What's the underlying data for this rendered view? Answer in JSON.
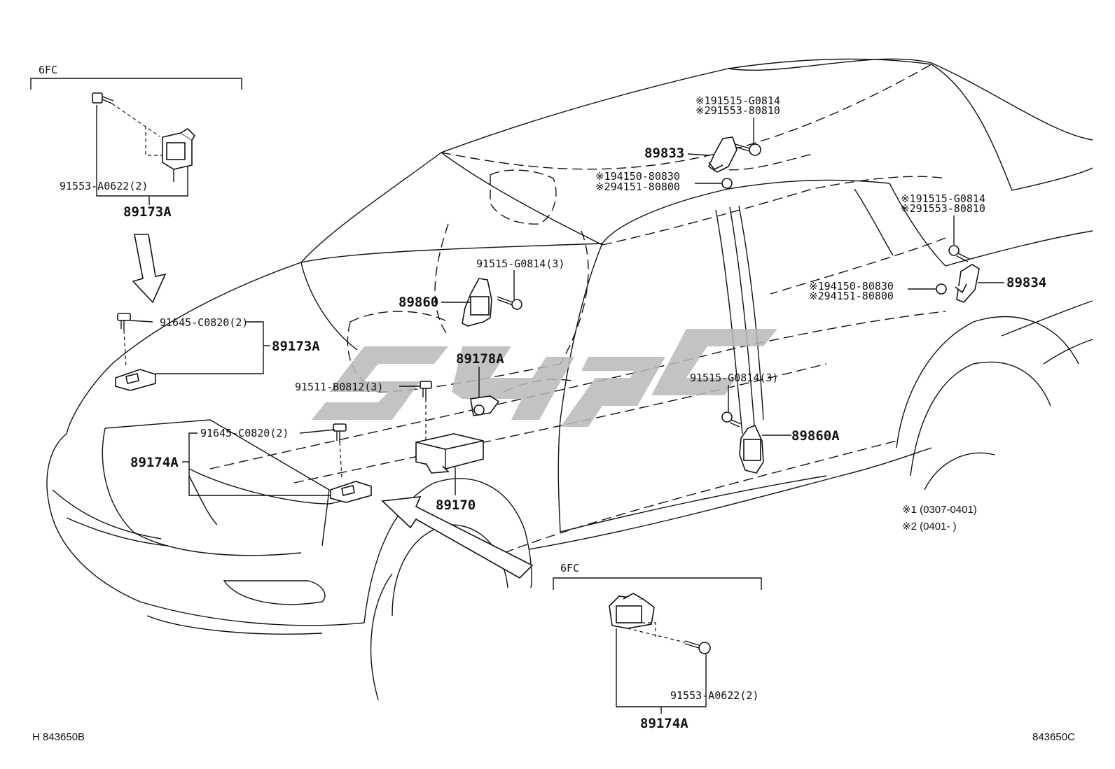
{
  "labels": {
    "group_6fc_top": "6FC",
    "group_6fc_bottom": "6FC",
    "bolt_91553_top": "91553-A0622(2)",
    "part_89173A_top": "89173A",
    "bolt_91645_upper": "91645-C0820(2)",
    "part_89173A_mid": "89173A",
    "bolt_91645_lower": "91645-C0820(2)",
    "part_89174A_left": "89174A",
    "part_89860": "89860",
    "bolt_91515_seat": "91515-G0814(3)",
    "part_89178A": "89178A",
    "bolt_91511": "91511-B0812(3)",
    "part_89170": "89170",
    "roof_bolt_1": "※191515-G0814",
    "roof_bolt_2": "※291553-80810",
    "part_89833": "89833",
    "roof_nut_1": "※194150-80830",
    "roof_nut_2": "※294151-80800",
    "rear_bolt_1": "※191515-G0814",
    "rear_bolt_2": "※291553-80810",
    "part_89834": "89834",
    "rear_nut_1": "※194150-80830",
    "rear_nut_2": "※294151-80800",
    "bolt_91515_bpillar": "91515-G0814(3)",
    "part_89860A": "89860A",
    "note_1": "※1 (0307-0401)",
    "note_2": "※2 (0401-          )",
    "bolt_91553_bottom": "91553-A0622(2)",
    "part_89174A_bottom": "89174A",
    "code_left": "H 843650B",
    "code_right": "843650C"
  },
  "icons": {
    "sensor": "airbag-sensor-icon",
    "bolt": "flange-bolt-icon",
    "nut": "nut-icon",
    "ecu": "airbag-ecu-icon",
    "watermark": "watermark-logo-icon"
  },
  "colors": {
    "line": "#111111",
    "watermark": "#b9b9b9",
    "background": "#ffffff"
  }
}
